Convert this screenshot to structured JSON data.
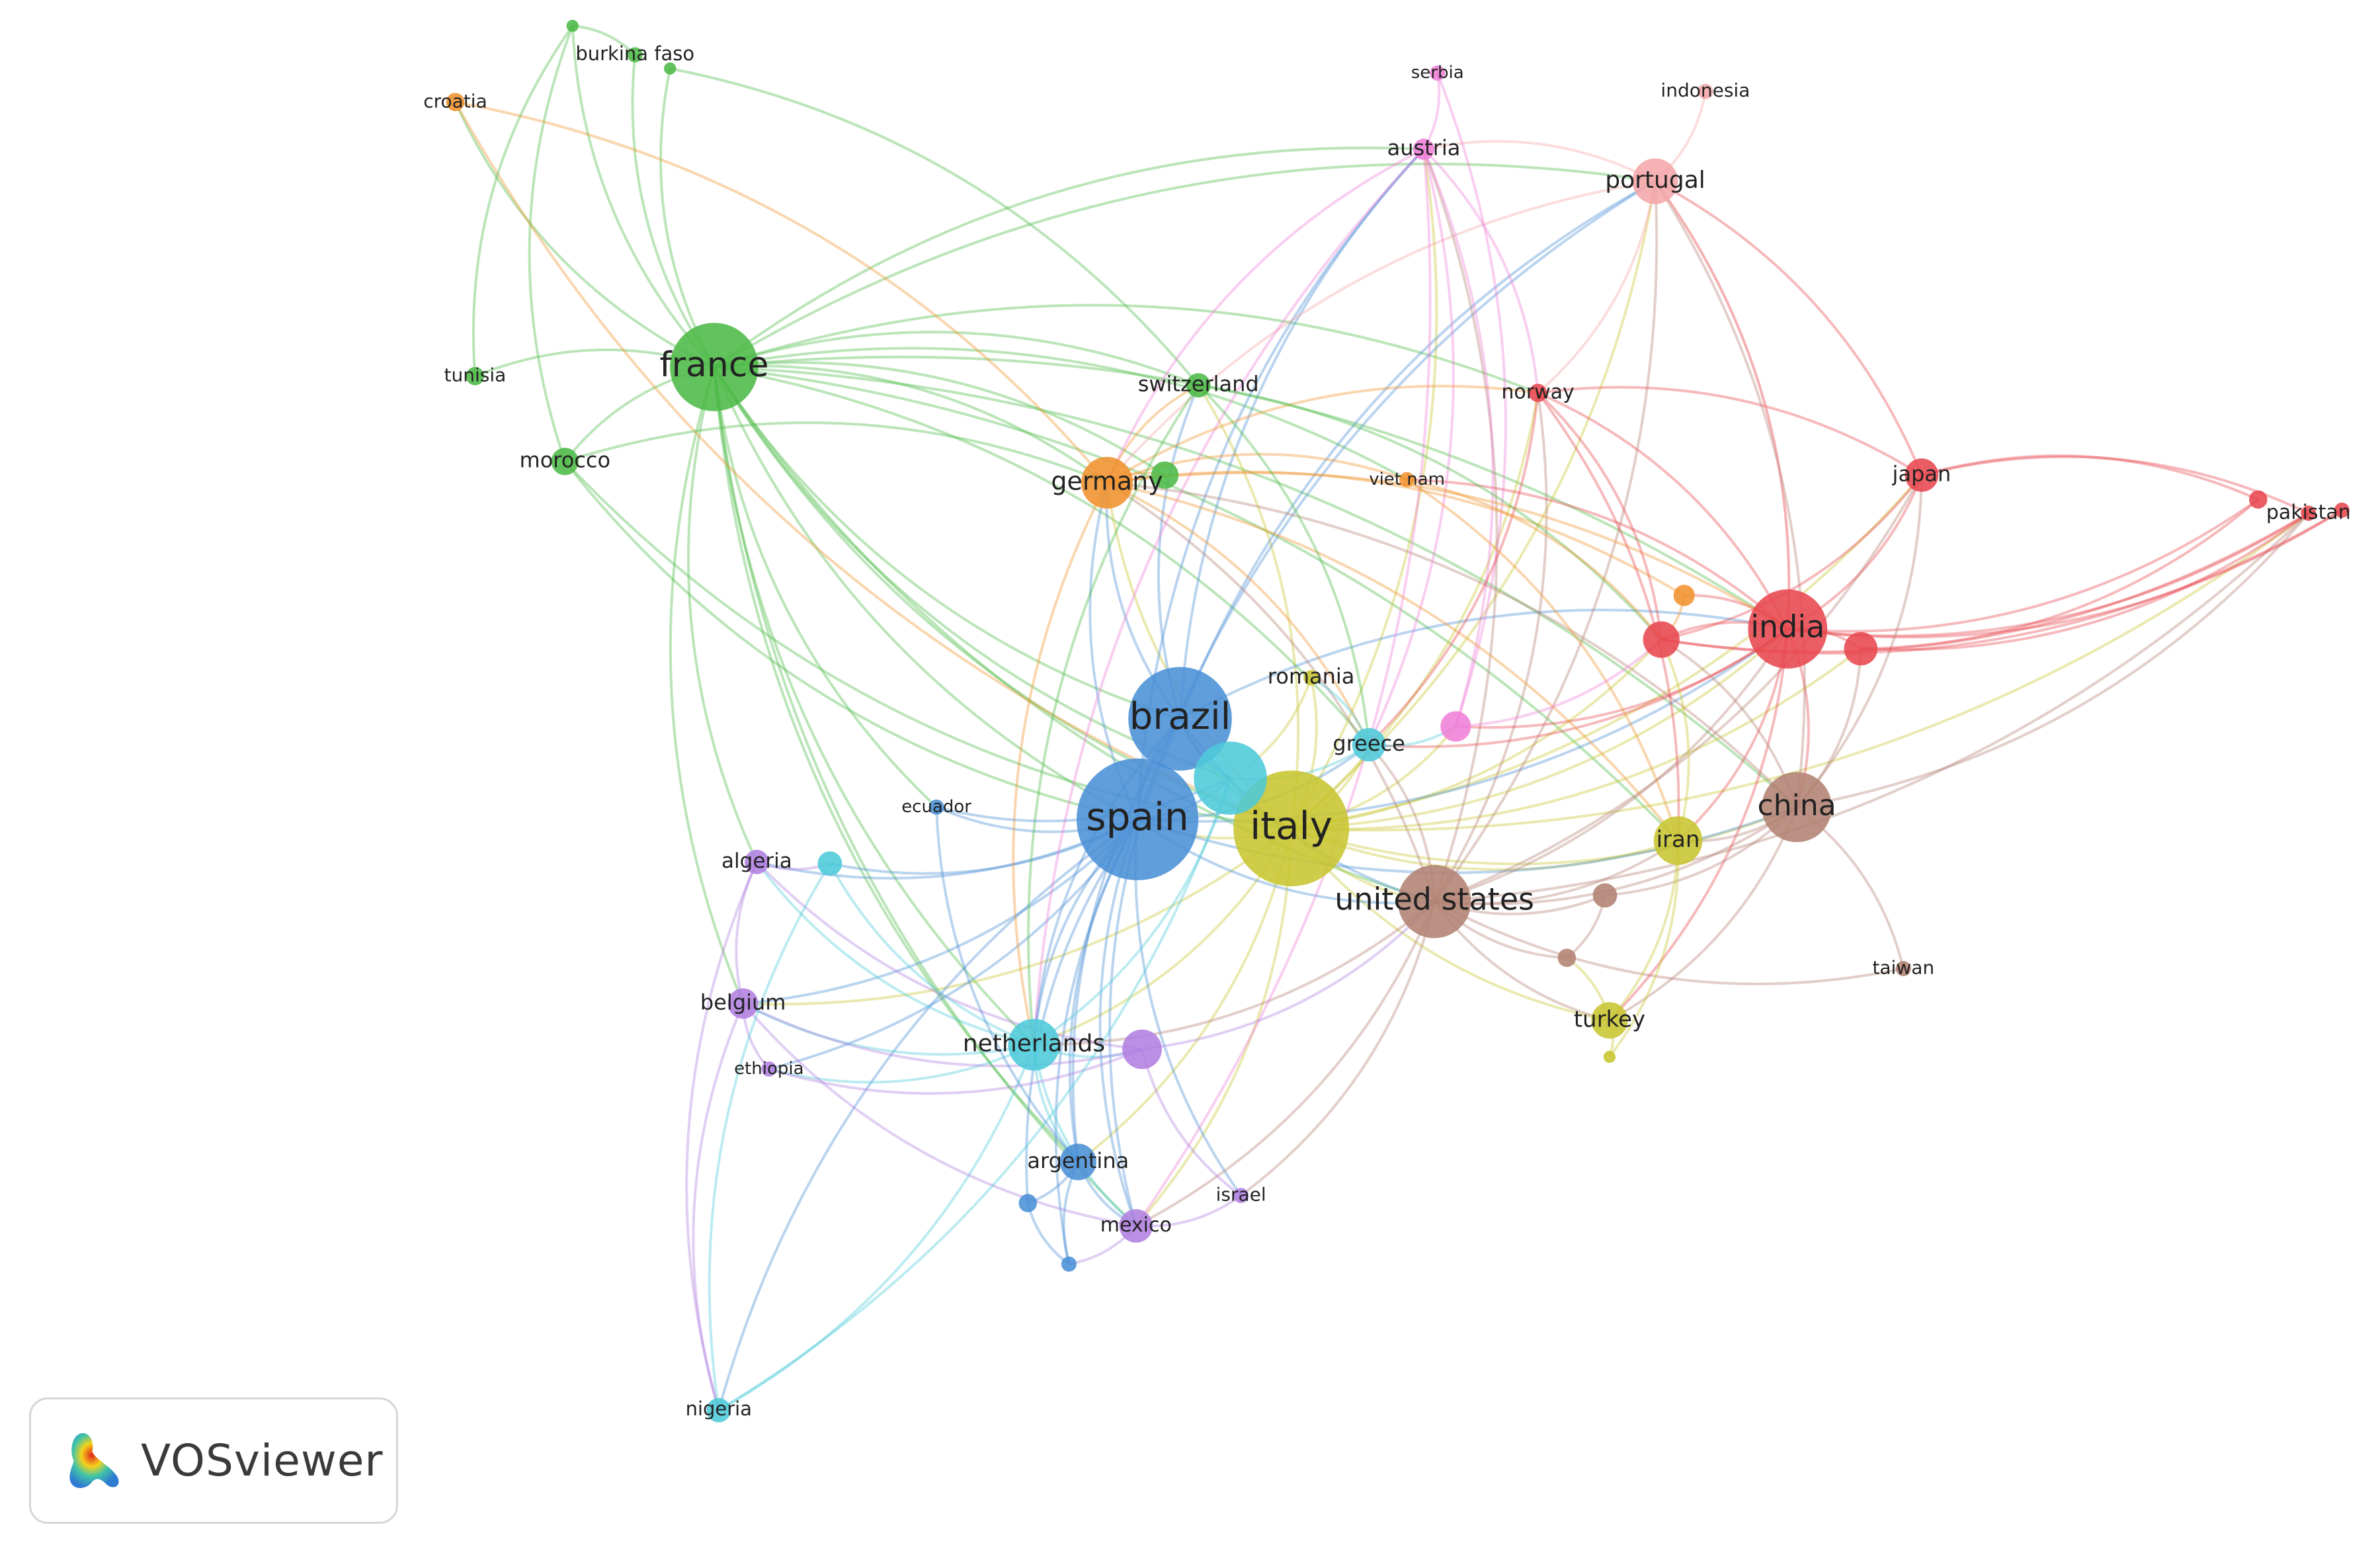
{
  "brand": {
    "name": "VOSviewer",
    "logo_icon": "vosviewer-logo-icon"
  },
  "clusters": {
    "red": "#e8474f",
    "green": "#4cba47",
    "blue": "#4a8fd6",
    "yellow": "#c8c530",
    "purple": "#b07fe0",
    "cyan": "#4dcad9",
    "orange": "#f0922e",
    "brown": "#b28273",
    "pink": "#ef7fd8",
    "lightpink": "#f4a6a8"
  },
  "nodes": [
    {
      "id": "italy",
      "label": "italy",
      "cluster": "yellow"
    },
    {
      "id": "spain",
      "label": "spain",
      "cluster": "blue"
    },
    {
      "id": "brazil",
      "label": "brazil",
      "cluster": "blue"
    },
    {
      "id": "france",
      "label": "france",
      "cluster": "green"
    },
    {
      "id": "united_states",
      "label": "united states",
      "cluster": "brown"
    },
    {
      "id": "india",
      "label": "india",
      "cluster": "red"
    },
    {
      "id": "china",
      "label": "china",
      "cluster": "brown"
    },
    {
      "id": "portugal",
      "label": "portugal",
      "cluster": "lightpink"
    },
    {
      "id": "germany",
      "label": "germany",
      "cluster": "orange"
    },
    {
      "id": "iran",
      "label": "iran",
      "cluster": "yellow"
    },
    {
      "id": "netherlands",
      "label": "netherlands",
      "cluster": "cyan"
    },
    {
      "id": "greece",
      "label": "greece",
      "cluster": "cyan"
    },
    {
      "id": "argentina",
      "label": "argentina",
      "cluster": "blue"
    },
    {
      "id": "mexico",
      "label": "mexico",
      "cluster": "purple"
    },
    {
      "id": "turkey",
      "label": "turkey",
      "cluster": "yellow"
    },
    {
      "id": "japan",
      "label": "japan",
      "cluster": "red"
    },
    {
      "id": "belgium",
      "label": "belgium",
      "cluster": "purple"
    },
    {
      "id": "algeria",
      "label": "algeria",
      "cluster": "purple"
    },
    {
      "id": "morocco",
      "label": "morocco",
      "cluster": "green"
    },
    {
      "id": "switzerland",
      "label": "switzerland",
      "cluster": "green"
    },
    {
      "id": "austria",
      "label": "austria",
      "cluster": "pink"
    },
    {
      "id": "norway",
      "label": "norway",
      "cluster": "red"
    },
    {
      "id": "pakistan",
      "label": "pakistan",
      "cluster": "red"
    },
    {
      "id": "romania",
      "label": "romania",
      "cluster": "yellow"
    },
    {
      "id": "tunisia",
      "label": "tunisia",
      "cluster": "green"
    },
    {
      "id": "croatia",
      "label": "croatia",
      "cluster": "orange"
    },
    {
      "id": "burkina_faso",
      "label": "burkina faso",
      "cluster": "green"
    },
    {
      "id": "serbia",
      "label": "serbia",
      "cluster": "pink"
    },
    {
      "id": "indonesia",
      "label": "indonesia",
      "cluster": "lightpink"
    },
    {
      "id": "viet_nam",
      "label": "viet nam",
      "cluster": "orange"
    },
    {
      "id": "ecuador",
      "label": "ecuador",
      "cluster": "blue"
    },
    {
      "id": "ethiopia",
      "label": "ethiopia",
      "cluster": "purple"
    },
    {
      "id": "israel",
      "label": "israel",
      "cluster": "purple"
    },
    {
      "id": "nigeria",
      "label": "nigeria",
      "cluster": "cyan"
    },
    {
      "id": "taiwan",
      "label": "taiwan",
      "cluster": "brown"
    },
    {
      "id": "u_cyan_center",
      "label": "",
      "cluster": "cyan"
    },
    {
      "id": "u_red_1",
      "label": "",
      "cluster": "red"
    },
    {
      "id": "u_red_2",
      "label": "",
      "cluster": "red"
    },
    {
      "id": "u_orange_1",
      "label": "",
      "cluster": "orange"
    },
    {
      "id": "u_pink_1",
      "label": "",
      "cluster": "pink"
    },
    {
      "id": "u_brown_1",
      "label": "",
      "cluster": "brown"
    },
    {
      "id": "u_brown_2",
      "label": "",
      "cluster": "brown"
    },
    {
      "id": "u_yellow_1",
      "label": "",
      "cluster": "yellow"
    },
    {
      "id": "u_cyan_algeria",
      "label": "",
      "cluster": "cyan"
    },
    {
      "id": "u_purple_nl",
      "label": "",
      "cluster": "purple"
    },
    {
      "id": "u_blue_arg1",
      "label": "",
      "cluster": "blue"
    },
    {
      "id": "u_blue_arg2",
      "label": "",
      "cluster": "blue"
    },
    {
      "id": "u_green_germany",
      "label": "",
      "cluster": "green"
    },
    {
      "id": "u_green_top",
      "label": "",
      "cluster": "green"
    },
    {
      "id": "u_green_bf",
      "label": "",
      "cluster": "green"
    },
    {
      "id": "u_red_pk",
      "label": "",
      "cluster": "red"
    },
    {
      "id": "u_red_pk2",
      "label": "",
      "cluster": "red"
    }
  ],
  "links": [
    [
      "france",
      "burkina_faso"
    ],
    [
      "france",
      "u_green_top"
    ],
    [
      "france",
      "u_green_bf"
    ],
    [
      "france",
      "tunisia"
    ],
    [
      "france",
      "morocco"
    ],
    [
      "france",
      "croatia"
    ],
    [
      "france",
      "switzerland"
    ],
    [
      "france",
      "germany"
    ],
    [
      "france",
      "spain"
    ],
    [
      "france",
      "brazil"
    ],
    [
      "france",
      "italy"
    ],
    [
      "france",
      "united_states"
    ],
    [
      "france",
      "netherlands"
    ],
    [
      "france",
      "belgium"
    ],
    [
      "france",
      "algeria"
    ],
    [
      "france",
      "argentina"
    ],
    [
      "france",
      "mexico"
    ],
    [
      "france",
      "india"
    ],
    [
      "france",
      "portugal"
    ],
    [
      "france",
      "greece"
    ],
    [
      "france",
      "u_cyan_center"
    ],
    [
      "france",
      "norway"
    ],
    [
      "france",
      "austria"
    ],
    [
      "france",
      "china"
    ],
    [
      "france",
      "iran"
    ],
    [
      "france",
      "viet_nam"
    ],
    [
      "france",
      "ecuador"
    ],
    [
      "france",
      "u_green_germany"
    ],
    [
      "burkina_faso",
      "u_green_top"
    ],
    [
      "u_green_top",
      "morocco"
    ],
    [
      "u_green_bf",
      "switzerland"
    ],
    [
      "croatia",
      "germany"
    ],
    [
      "croatia",
      "italy"
    ],
    [
      "tunisia",
      "u_green_top"
    ],
    [
      "morocco",
      "spain"
    ],
    [
      "morocco",
      "italy"
    ],
    [
      "morocco",
      "germany"
    ],
    [
      "italy",
      "spain"
    ],
    [
      "italy",
      "brazil"
    ],
    [
      "italy",
      "united_states"
    ],
    [
      "italy",
      "india"
    ],
    [
      "italy",
      "china"
    ],
    [
      "italy",
      "germany"
    ],
    [
      "italy",
      "iran"
    ],
    [
      "italy",
      "greece"
    ],
    [
      "italy",
      "netherlands"
    ],
    [
      "italy",
      "turkey"
    ],
    [
      "italy",
      "portugal"
    ],
    [
      "italy",
      "austria"
    ],
    [
      "italy",
      "romania"
    ],
    [
      "italy",
      "japan"
    ],
    [
      "italy",
      "belgium"
    ],
    [
      "italy",
      "mexico"
    ],
    [
      "italy",
      "argentina"
    ],
    [
      "italy",
      "u_red_1"
    ],
    [
      "italy",
      "u_red_2"
    ],
    [
      "italy",
      "u_pink_1"
    ],
    [
      "italy",
      "norway"
    ],
    [
      "italy",
      "pakistan"
    ],
    [
      "italy",
      "u_cyan_center"
    ],
    [
      "italy",
      "switzerland"
    ],
    [
      "spain",
      "brazil"
    ],
    [
      "spain",
      "united_states"
    ],
    [
      "spain",
      "argentina"
    ],
    [
      "spain",
      "mexico"
    ],
    [
      "spain",
      "netherlands"
    ],
    [
      "spain",
      "ecuador"
    ],
    [
      "spain",
      "algeria"
    ],
    [
      "spain",
      "belgium"
    ],
    [
      "spain",
      "germany"
    ],
    [
      "spain",
      "portugal"
    ],
    [
      "spain",
      "india"
    ],
    [
      "spain",
      "china"
    ],
    [
      "spain",
      "u_blue_arg1"
    ],
    [
      "spain",
      "u_blue_arg2"
    ],
    [
      "spain",
      "nigeria"
    ],
    [
      "spain",
      "u_cyan_algeria"
    ],
    [
      "spain",
      "u_cyan_center"
    ],
    [
      "spain",
      "israel"
    ],
    [
      "spain",
      "ethiopia"
    ],
    [
      "spain",
      "austria"
    ],
    [
      "spain",
      "greece"
    ],
    [
      "brazil",
      "united_states"
    ],
    [
      "brazil",
      "germany"
    ],
    [
      "brazil",
      "argentina"
    ],
    [
      "brazil",
      "portugal"
    ],
    [
      "brazil",
      "netherlands"
    ],
    [
      "brazil",
      "mexico"
    ],
    [
      "brazil",
      "india"
    ],
    [
      "brazil",
      "u_cyan_center"
    ],
    [
      "brazil",
      "switzerland"
    ],
    [
      "brazil",
      "austria"
    ],
    [
      "united_states",
      "china"
    ],
    [
      "united_states",
      "india"
    ],
    [
      "united_states",
      "iran"
    ],
    [
      "united_states",
      "turkey"
    ],
    [
      "united_states",
      "japan"
    ],
    [
      "united_states",
      "germany"
    ],
    [
      "united_states",
      "netherlands"
    ],
    [
      "united_states",
      "u_brown_1"
    ],
    [
      "united_states",
      "u_brown_2"
    ],
    [
      "united_states",
      "portugal"
    ],
    [
      "united_states",
      "norway"
    ],
    [
      "united_states",
      "taiwan"
    ],
    [
      "united_states",
      "mexico"
    ],
    [
      "united_states",
      "israel"
    ],
    [
      "united_states",
      "greece"
    ],
    [
      "united_states",
      "pakistan"
    ],
    [
      "united_states",
      "austria"
    ],
    [
      "india",
      "china"
    ],
    [
      "india",
      "japan"
    ],
    [
      "india",
      "u_red_1"
    ],
    [
      "india",
      "u_red_2"
    ],
    [
      "india",
      "pakistan"
    ],
    [
      "india",
      "norway"
    ],
    [
      "india",
      "portugal"
    ],
    [
      "india",
      "iran"
    ],
    [
      "india",
      "u_orange_1"
    ],
    [
      "india",
      "turkey"
    ],
    [
      "india",
      "u_pink_1"
    ],
    [
      "india",
      "greece"
    ],
    [
      "india",
      "u_red_pk"
    ],
    [
      "india",
      "u_red_pk2"
    ],
    [
      "india",
      "viet_nam"
    ],
    [
      "china",
      "japan"
    ],
    [
      "china",
      "taiwan"
    ],
    [
      "china",
      "iran"
    ],
    [
      "china",
      "u_red_2"
    ],
    [
      "china",
      "pakistan"
    ],
    [
      "china",
      "u_red_1"
    ],
    [
      "china",
      "portugal"
    ],
    [
      "china",
      "turkey"
    ],
    [
      "china",
      "u_brown_1"
    ],
    [
      "china",
      "germany"
    ],
    [
      "japan",
      "pakistan"
    ],
    [
      "japan",
      "u_red_1"
    ],
    [
      "japan",
      "portugal"
    ],
    [
      "japan",
      "u_red_pk"
    ],
    [
      "japan",
      "norway"
    ],
    [
      "pakistan",
      "u_red_1"
    ],
    [
      "pakistan",
      "u_red_2"
    ],
    [
      "u_red_pk",
      "u_red_2"
    ],
    [
      "u_red_pk2",
      "u_red_1"
    ],
    [
      "portugal",
      "indonesia"
    ],
    [
      "portugal",
      "norway"
    ],
    [
      "portugal",
      "austria"
    ],
    [
      "portugal",
      "germany"
    ],
    [
      "portugal",
      "india"
    ],
    [
      "austria",
      "serbia"
    ],
    [
      "austria",
      "germany"
    ],
    [
      "austria",
      "greece"
    ],
    [
      "austria",
      "netherlands"
    ],
    [
      "austria",
      "u_pink_1"
    ],
    [
      "austria",
      "mexico"
    ],
    [
      "austria",
      "norway"
    ],
    [
      "serbia",
      "u_pink_1"
    ],
    [
      "germany",
      "netherlands"
    ],
    [
      "germany",
      "switzerland"
    ],
    [
      "germany",
      "u_green_germany"
    ],
    [
      "germany",
      "india"
    ],
    [
      "germany",
      "norway"
    ],
    [
      "germany",
      "greece"
    ],
    [
      "germany",
      "u_orange_1"
    ],
    [
      "germany",
      "viet_nam"
    ],
    [
      "germany",
      "iran"
    ],
    [
      "switzerland",
      "netherlands"
    ],
    [
      "switzerland",
      "greece"
    ],
    [
      "switzerland",
      "u_red_1"
    ],
    [
      "norway",
      "u_red_1"
    ],
    [
      "norway",
      "iran"
    ],
    [
      "norway",
      "greece"
    ],
    [
      "viet_nam",
      "u_red_1"
    ],
    [
      "viet_nam",
      "iran"
    ],
    [
      "iran",
      "turkey"
    ],
    [
      "iran",
      "u_yellow_1"
    ],
    [
      "iran",
      "u_red_1"
    ],
    [
      "turkey",
      "u_yellow_1"
    ],
    [
      "turkey",
      "u_brown_2"
    ],
    [
      "netherlands",
      "argentina"
    ],
    [
      "netherlands",
      "belgium"
    ],
    [
      "netherlands",
      "algeria"
    ],
    [
      "netherlands",
      "nigeria"
    ],
    [
      "netherlands",
      "u_purple_nl"
    ],
    [
      "netherlands",
      "ethiopia"
    ],
    [
      "netherlands",
      "mexico"
    ],
    [
      "u_purple_nl",
      "belgium"
    ],
    [
      "u_purple_nl",
      "algeria"
    ],
    [
      "u_purple_nl",
      "israel"
    ],
    [
      "u_purple_nl",
      "ethiopia"
    ],
    [
      "u_purple_nl",
      "united_states"
    ],
    [
      "belgium",
      "algeria"
    ],
    [
      "belgium",
      "ethiopia"
    ],
    [
      "belgium",
      "nigeria"
    ],
    [
      "belgium",
      "mexico"
    ],
    [
      "algeria",
      "u_cyan_algeria"
    ],
    [
      "algeria",
      "nigeria"
    ],
    [
      "u_cyan_algeria",
      "nigeria"
    ],
    [
      "u_cyan_algeria",
      "netherlands"
    ],
    [
      "argentina",
      "u_blue_arg1"
    ],
    [
      "argentina",
      "u_blue_arg2"
    ],
    [
      "argentina",
      "mexico"
    ],
    [
      "u_blue_arg1",
      "u_blue_arg2"
    ],
    [
      "mexico",
      "israel"
    ],
    [
      "mexico",
      "u_blue_arg2"
    ],
    [
      "greece",
      "u_cyan_center"
    ],
    [
      "greece",
      "romania"
    ],
    [
      "greece",
      "u_pink_1"
    ],
    [
      "romania",
      "u_cyan_center"
    ],
    [
      "u_cyan_center",
      "netherlands"
    ],
    [
      "u_cyan_center",
      "nigeria"
    ],
    [
      "ecuador",
      "argentina"
    ],
    [
      "ecuador",
      "u_cyan_center"
    ],
    [
      "u_pink_1",
      "u_red_1"
    ],
    [
      "u_orange_1",
      "u_red_1"
    ],
    [
      "u_brown_1",
      "u_brown_2"
    ]
  ]
}
